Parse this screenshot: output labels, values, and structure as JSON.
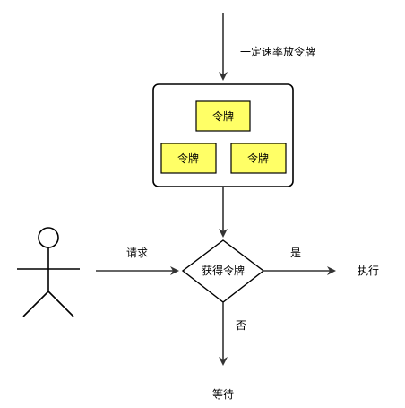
{
  "diagram": {
    "rate_label": "一定速率放令牌",
    "tokens": [
      "令牌",
      "令牌",
      "令牌"
    ],
    "decision_label": "获得令牌",
    "request_label": "请求",
    "yes_label": "是",
    "yes_target": "执行",
    "no_label": "否",
    "no_target": "等待",
    "colors": {
      "token_fill": "#ffff66",
      "stroke": "#000000",
      "line": "#333333"
    }
  }
}
